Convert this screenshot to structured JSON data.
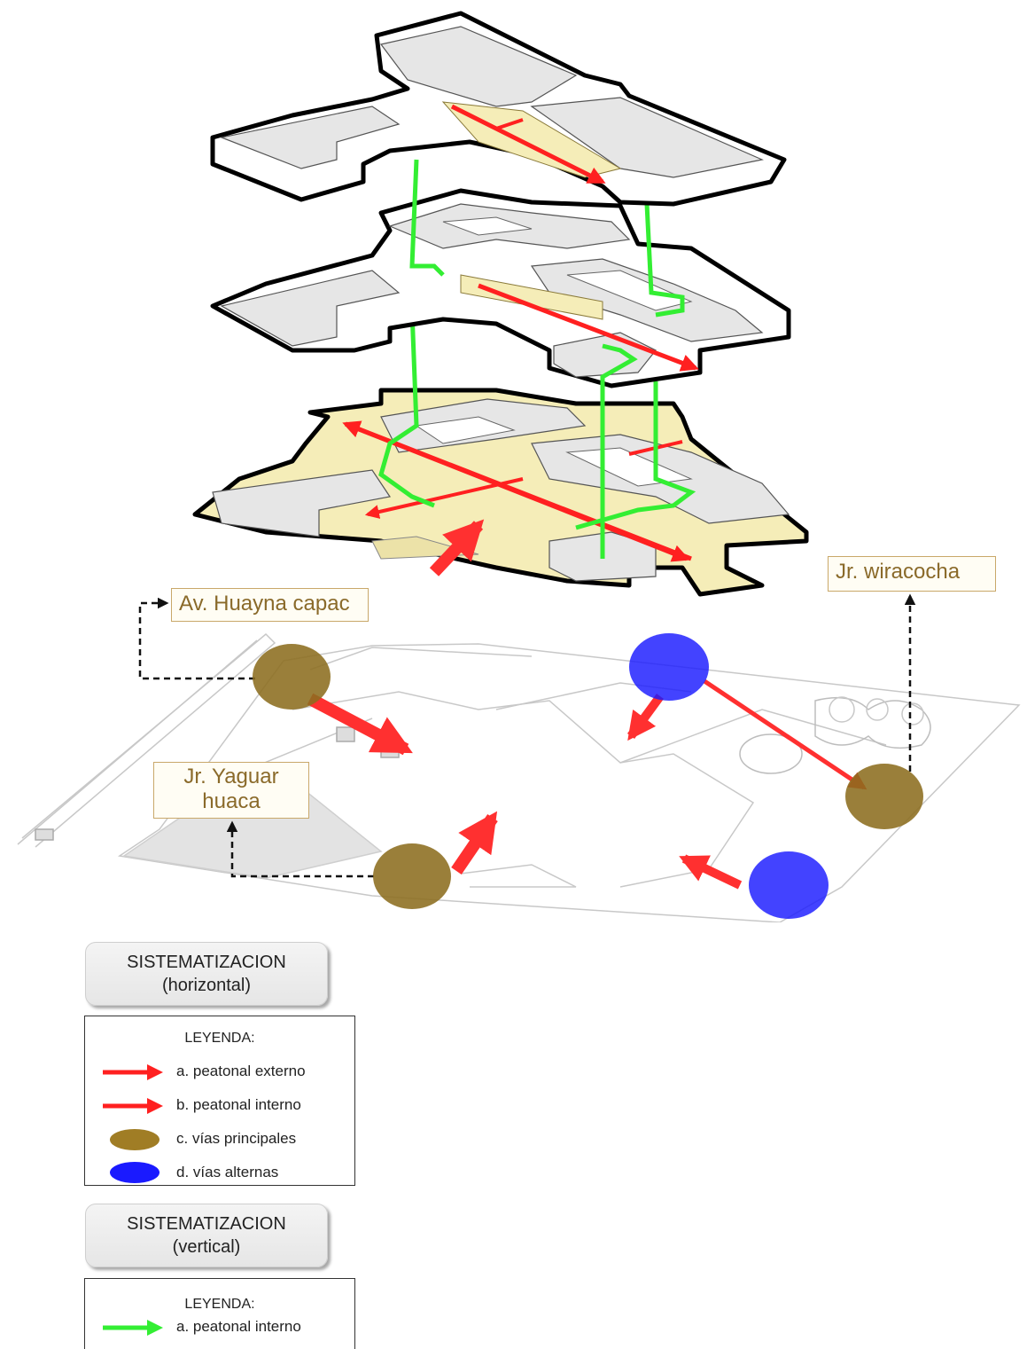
{
  "streets": {
    "huayna": "Av. Huayna capac",
    "wiracocha": "Jr. wiracocha",
    "yaguar": "Jr. Yaguar huaca"
  },
  "colors": {
    "pedestrian": "#ff2020",
    "vertical": "#33ee33",
    "main_road": "#8c6d1f",
    "alt_road": "#1a1aff",
    "plaza_fill": "#f5edb8",
    "slab_fill": "#e6e6e6"
  },
  "horizontal": {
    "button": [
      "SISTEMATIZACION",
      "(horizontal)"
    ],
    "legend_title": "LEYENDA:",
    "items": [
      {
        "symbol": "red-arrow",
        "label": "a. peatonal externo"
      },
      {
        "symbol": "red-arrow",
        "label": "b. peatonal interno"
      },
      {
        "symbol": "brown-ellipse",
        "label": "c. vías principales"
      },
      {
        "symbol": "blue-ellipse",
        "label": "d. vías alternas"
      }
    ]
  },
  "vertical": {
    "button": [
      "SISTEMATIZACION",
      "(vertical)"
    ],
    "legend_title": "LEYENDA:",
    "items": [
      {
        "symbol": "green-arrow",
        "label": "a. peatonal interno"
      }
    ]
  }
}
